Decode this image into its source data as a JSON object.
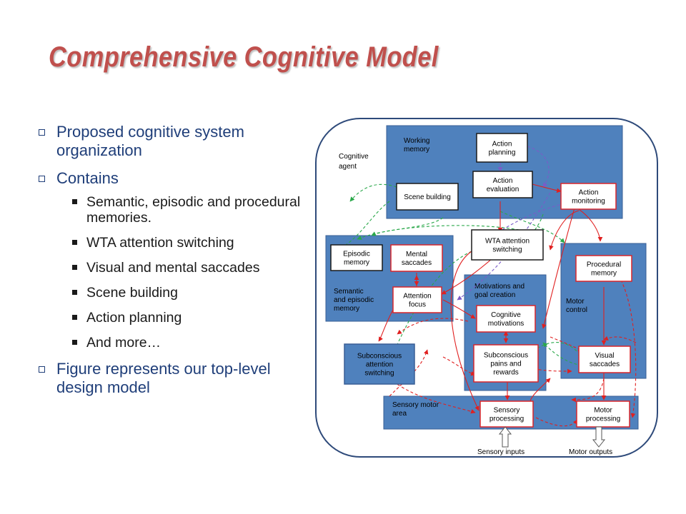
{
  "title": "Comprehensive Cognitive Model",
  "bullets": [
    {
      "text": "Proposed cognitive system organization"
    },
    {
      "text": "Contains",
      "children": [
        "Semantic, episodic and procedural memories.",
        "WTA attention switching",
        "Visual and mental saccades",
        "Scene building",
        "Action planning",
        "And more…"
      ]
    },
    {
      "text": "Figure represents our top-level design model"
    }
  ],
  "diagram": {
    "agent_label": [
      "Cognitive",
      "agent"
    ],
    "groups": {
      "working_memory": [
        "Working",
        "memory"
      ],
      "semantic": [
        "Semantic",
        "and episodic",
        "memory"
      ],
      "motivations": [
        "Motivations  and",
        "goal creation"
      ],
      "motor_control": [
        "Motor",
        "control"
      ],
      "sensory_motor": [
        "Sensory motor",
        "area"
      ]
    },
    "boxes": {
      "action_planning": [
        "Action",
        "planning"
      ],
      "action_evaluation": [
        "Action",
        "evaluation"
      ],
      "scene_building": [
        "Scene building"
      ],
      "action_monitoring": [
        "Action",
        "monitoring"
      ],
      "episodic_memory": [
        "Episodic",
        "memory"
      ],
      "mental_saccades": [
        "Mental",
        "saccades"
      ],
      "attention_focus": [
        "Attention",
        "focus"
      ],
      "wta_switching": [
        "WTA attention",
        "switching"
      ],
      "procedural_memory": [
        "Procedural",
        "memory"
      ],
      "cognitive_motivations": [
        "Cognitive",
        "motivations"
      ],
      "subconscious_pains": [
        "Subconscious",
        "pains and",
        "rewards"
      ],
      "visual_saccades": [
        "Visual",
        "saccades"
      ],
      "subconscious_attention": [
        "Subconscious",
        "attention",
        "switching"
      ],
      "sensory_processing": [
        "Sensory",
        "processing"
      ],
      "motor_processing": [
        "Motor",
        "processing"
      ]
    },
    "io": {
      "sensory_inputs": "Sensory inputs",
      "motor_outputs": "Motor outputs"
    }
  },
  "colors": {
    "title": "#c0504d",
    "bullet_text": "#1f3e79",
    "group_fill": "#4f81bd",
    "frame": "#2e4a7a",
    "red_arrow": "#e02020",
    "green_arrow": "#2aa84a",
    "purple_arrow": "#7a5cc8",
    "box_border_red": "#d9262b"
  }
}
